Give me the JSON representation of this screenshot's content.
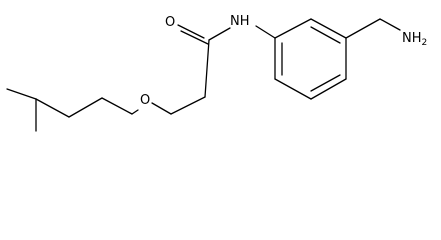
{
  "molecule": {
    "atoms": {
      "O_carbonyl": "O",
      "NH_amide": "NH",
      "O_ether": "O",
      "NH2_label": "NH",
      "NH2_subscript": "2"
    }
  }
}
